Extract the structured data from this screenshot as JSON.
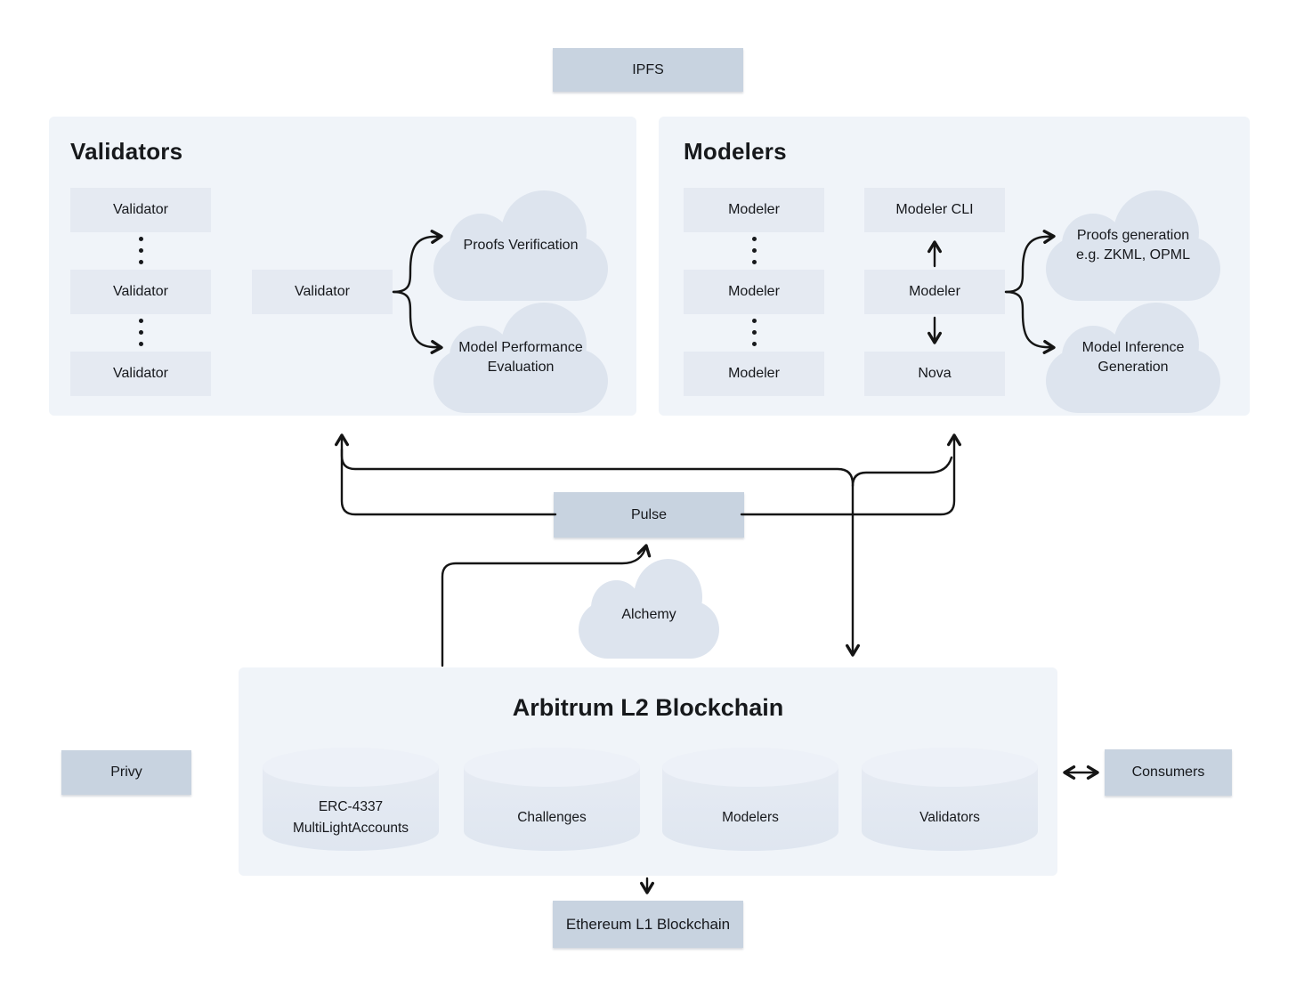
{
  "colors": {
    "accent_box": "#c8d3e0",
    "panel_bg": "#f0f4f9",
    "inner_box": "#e5eaf2",
    "cloud": "#dde4ee",
    "cylinder_body": "#e2e8f1",
    "cylinder_top": "#edf1f8",
    "line": "#151515",
    "text": "#1a1c1f"
  },
  "ipfs": {
    "label": "IPFS"
  },
  "validators": {
    "title": "Validators",
    "stack": [
      "Validator",
      "Validator",
      "Validator"
    ],
    "hub": "Validator",
    "cloud_top": {
      "line1": "Proofs Verification"
    },
    "cloud_bottom": {
      "line1": "Model Performance",
      "line2": "Evaluation"
    }
  },
  "modelers": {
    "title": "Modelers",
    "stack": [
      "Modeler",
      "Modeler",
      "Modeler"
    ],
    "cli": "Modeler CLI",
    "hub": "Modeler",
    "nova": "Nova",
    "cloud_top": {
      "line1": "Proofs generation",
      "line2": "e.g. ZKML, OPML"
    },
    "cloud_bottom": {
      "line1": "Model Inference",
      "line2": "Generation"
    }
  },
  "pulse": {
    "label": "Pulse"
  },
  "alchemy": {
    "label": "Alchemy"
  },
  "arbitrum": {
    "title": "Arbitrum L2 Blockchain",
    "cylinders": [
      {
        "line1": "ERC-4337",
        "line2": "MultiLightAccounts"
      },
      {
        "line1": "Challenges"
      },
      {
        "line1": "Modelers"
      },
      {
        "line1": "Validators"
      }
    ]
  },
  "privy": {
    "label": "Privy"
  },
  "consumers": {
    "label": "Consumers"
  },
  "ethereum": {
    "label": "Ethereum L1 Blockchain"
  }
}
